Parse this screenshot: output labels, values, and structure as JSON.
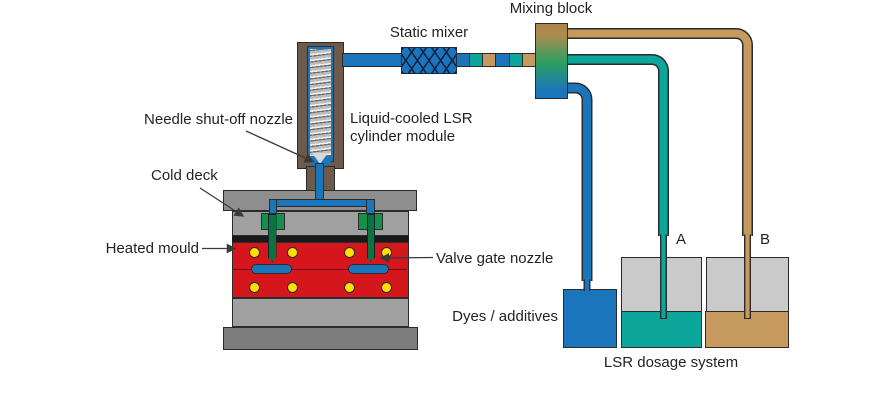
{
  "title": "LSR injection moulding system diagram",
  "labels": {
    "mixing_block": "Mixing block",
    "static_mixer": "Static mixer",
    "needle_nozzle": "Needle shut-off nozzle",
    "cylinder_module_line1": "Liquid-cooled LSR",
    "cylinder_module_line2": "cylinder module",
    "cold_deck": "Cold deck",
    "heated_mould": "Heated mould",
    "valve_gate": "Valve gate nozzle",
    "dyes_additives": "Dyes / additives",
    "dosage_system": "LSR dosage system",
    "container_a": "A",
    "container_b": "B"
  },
  "colors": {
    "lsr_blue": "#1b75bb",
    "component_a_teal": "#0ca79a",
    "component_b_tan": "#c69a5e",
    "cylinder_brown": "#6d5a4a",
    "mould_red": "#d6161d",
    "heater_yellow": "#ffdf00",
    "nozzle_green": "#13914a",
    "needle_green": "#0d7140",
    "plate_gray": "#8e8e8e",
    "deck_gray": "#a0a0a0",
    "base_gray": "#7d7d7d",
    "container_gray": "#cacaca",
    "outline": "#2b2b2b",
    "text": "#231f20"
  }
}
